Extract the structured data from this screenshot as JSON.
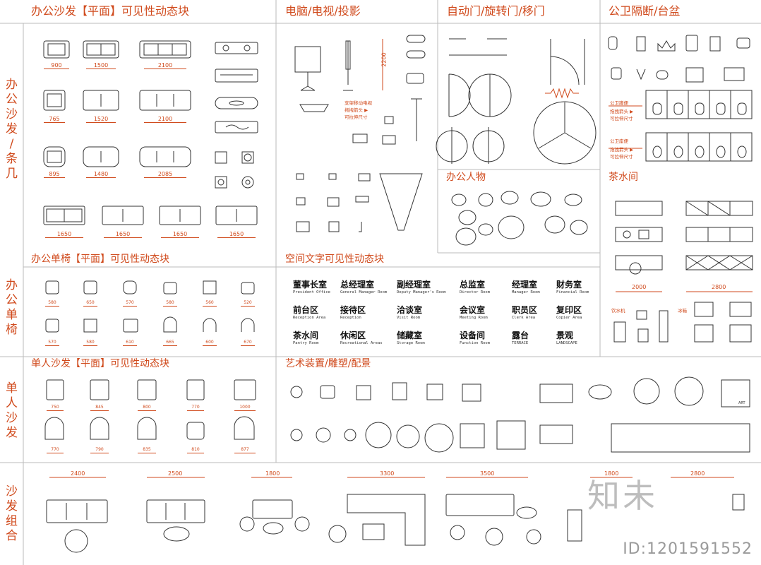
{
  "colors": {
    "accent": "#d04a1c",
    "line": "#222222",
    "grid": "#bbbbbb"
  },
  "sections": {
    "office_sofa": "办公沙发【平面】可见性动态块",
    "tv": "电脑/电视/投影",
    "doors": "自动门/旋转门/移门",
    "toilet": "公卫隔断/台盆",
    "people": "办公人物",
    "tea": "茶水间",
    "single_chair": "办公单椅【平面】可见性动态块",
    "space_text": "空间文字可见性动态块",
    "single_sofa": "单人沙发【平面】可见性动态块",
    "art": "艺术装置/雕塑/配景"
  },
  "side_labels": {
    "sofa": [
      "办",
      "公",
      "沙",
      "发",
      "/",
      "条",
      "几"
    ],
    "chair": [
      "办",
      "公",
      "单",
      "椅"
    ],
    "single": [
      "单",
      "人",
      "沙",
      "发"
    ],
    "combo": [
      "沙",
      "发",
      "组",
      "合"
    ]
  },
  "dims": {
    "sofa_row1": [
      "900",
      "1500",
      "2100"
    ],
    "sofa_row2": [
      "765",
      "1520",
      "2100"
    ],
    "sofa_row3": [
      "895",
      "1480",
      "2085"
    ],
    "sofa_row4": [
      "1650",
      "1650",
      "1650",
      "1650"
    ],
    "chair_row1": [
      "580",
      "650",
      "570",
      "580",
      "560",
      "520"
    ],
    "chair_row2": [
      "570",
      "580",
      "610",
      "665",
      "600",
      "670"
    ],
    "single_row1": [
      "750",
      "845",
      "800",
      "770",
      "1000"
    ],
    "single_row2": [
      "770",
      "790",
      "835",
      "810",
      "877"
    ],
    "combo": [
      "2400",
      "2500",
      "1800",
      "3300",
      "3500",
      "1800",
      "2800"
    ],
    "tv_height": "2200",
    "tea": [
      "2000",
      "2800"
    ]
  },
  "tv_notes": [
    "支架移动电视",
    "拖拽箭头 ▶",
    "可拉伸尺寸"
  ],
  "toilet_notes": {
    "urinal": [
      "公卫蹲便",
      "拖拽箭头 ▶",
      "可拉伸尺寸"
    ],
    "wc": [
      "公卫座便",
      "拖拽箭头 ▶",
      "可拉伸尺寸"
    ]
  },
  "tea_labels": [
    "饮水机",
    "冰箱"
  ],
  "rooms": [
    {
      "cn": "董事长室",
      "en": "President Office"
    },
    {
      "cn": "总经理室",
      "en": "General Manager Room"
    },
    {
      "cn": "副经理室",
      "en": "Deputy Manager's Room"
    },
    {
      "cn": "总监室",
      "en": "Director Room"
    },
    {
      "cn": "经理室",
      "en": "Manager Room"
    },
    {
      "cn": "财务室",
      "en": "Financial Room"
    },
    {
      "cn": "前台区",
      "en": "Reception Area"
    },
    {
      "cn": "接待区",
      "en": "Reception"
    },
    {
      "cn": "洽谈室",
      "en": "Visit Room"
    },
    {
      "cn": "会议室",
      "en": "Meeting Room"
    },
    {
      "cn": "职员区",
      "en": "Clerk Area"
    },
    {
      "cn": "复印区",
      "en": "Copier Area"
    },
    {
      "cn": "茶水间",
      "en": "Pantry Room"
    },
    {
      "cn": "休闲区",
      "en": "Recreational Areas"
    },
    {
      "cn": "储藏室",
      "en": "Storage Room"
    },
    {
      "cn": "设备间",
      "en": "Function Room"
    },
    {
      "cn": "露台",
      "en": "TERRACE"
    },
    {
      "cn": "景观",
      "en": "LANDSCAPE"
    }
  ],
  "art_label": "ART",
  "watermark": {
    "logo": "知未",
    "id": "ID:1201591552"
  }
}
